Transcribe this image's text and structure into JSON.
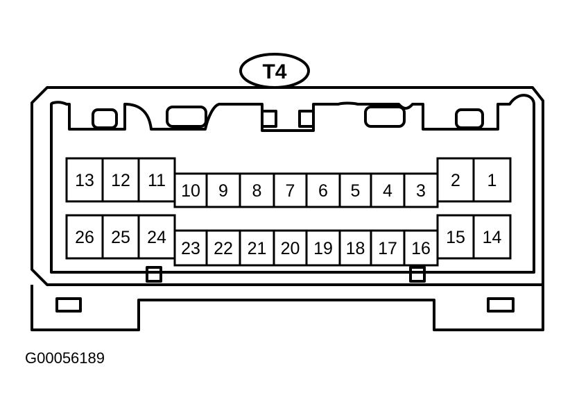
{
  "connector": {
    "label": "T4",
    "top_row_pins": [
      "13",
      "12",
      "11",
      "10",
      "9",
      "8",
      "7",
      "6",
      "5",
      "4",
      "3",
      "2",
      "1"
    ],
    "bottom_row_pins": [
      "26",
      "25",
      "24",
      "23",
      "22",
      "21",
      "20",
      "19",
      "18",
      "17",
      "16",
      "15",
      "14"
    ]
  },
  "figure_code": "G00056189",
  "colors": {
    "line": "#000000",
    "background": "#ffffff"
  }
}
